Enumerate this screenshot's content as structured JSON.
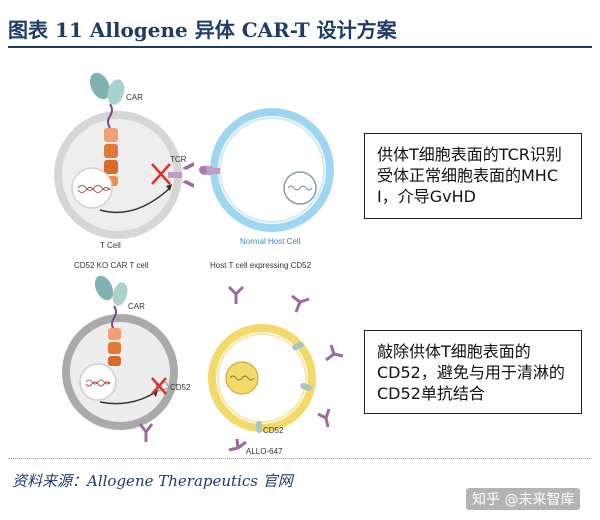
{
  "title": "图表 11    Allogene 异体 CAR-T 设计方案",
  "diagram": {
    "top_left": {
      "car": "CAR",
      "tcr": "TCR",
      "cell": "T Cell",
      "caption": "CD52 KO CAR T cell"
    },
    "top_right": {
      "cell": "Normal Host Cell",
      "caption": "Host T cell expressing CD52"
    },
    "bottom_left": {
      "car": "CAR",
      "marker": "CD52"
    },
    "bottom_right": {
      "marker": "CD52",
      "antibody": "ALLO-647"
    }
  },
  "notes": [
    "供体T细胞表面的TCR识别受体正常细胞表面的MHC I，介导GvHD",
    "敲除供体T细胞表面的CD52，避免与用于清淋的CD52单抗结合"
  ],
  "source": "资料来源：Allogene Therapeutics 官网",
  "watermark": "知乎 @未来智库",
  "colors": {
    "title": "#1f3b66",
    "car_stalk": "#e07a3a",
    "car_head": "#7fb2b1",
    "x_mark": "#d9362b",
    "host_cell": "#9fd6ef",
    "yellow_cell": "#f3d86a",
    "antibody": "#9b6a9e"
  }
}
